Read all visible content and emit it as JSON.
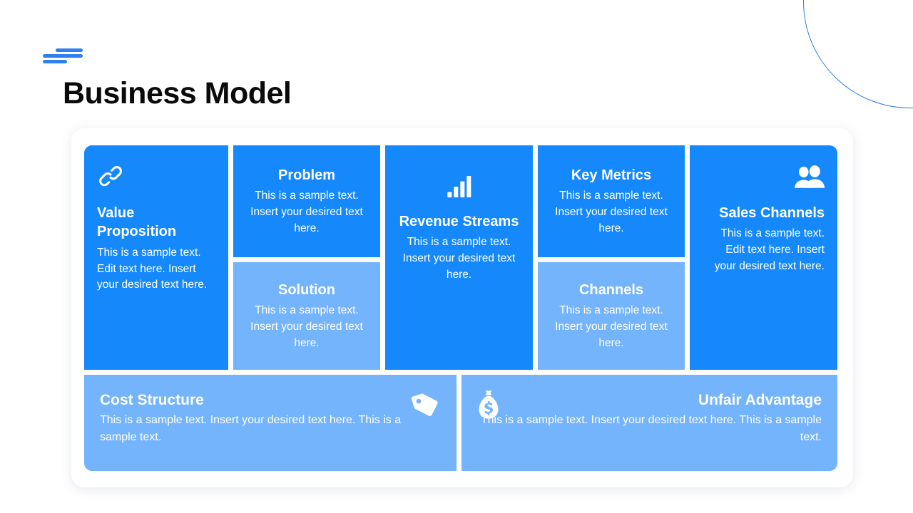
{
  "slide": {
    "title": "Business Model",
    "colors": {
      "primary_blue": "#1589fc",
      "light_blue": "#74b4fc",
      "accent_line": "#2f80ed",
      "circle_outline": "#2a7de1",
      "title_text": "#0a0a0a",
      "panel_bg": "#ffffff",
      "card_text": "#ffffff"
    }
  },
  "decor": {
    "bars_icon": "three-bars-accent",
    "circle_icon": "circle-outline-decoration"
  },
  "cards": {
    "value_proposition": {
      "title": "Value Proposition",
      "body": "This is a sample text. Edit text here. Insert your desired text here.",
      "icon": "link-icon",
      "align": "left",
      "shade": "primary"
    },
    "problem": {
      "title": "Problem",
      "body": "This is a sample text. Insert your desired text here.",
      "align": "center",
      "shade": "primary"
    },
    "solution": {
      "title": "Solution",
      "body": "This is a sample text. Insert your desired text here.",
      "align": "center",
      "shade": "light"
    },
    "revenue_streams": {
      "title": "Revenue Streams",
      "body": "This is a sample text. Insert your desired text here.",
      "icon": "bar-chart-icon",
      "align": "center",
      "shade": "primary"
    },
    "key_metrics": {
      "title": "Key Metrics",
      "body": "This is a sample text. Insert your desired text here.",
      "align": "center",
      "shade": "primary"
    },
    "channels": {
      "title": "Channels",
      "body": "This is a sample text. Insert your desired text here.",
      "align": "center",
      "shade": "light"
    },
    "sales_channels": {
      "title": "Sales Channels",
      "body": "This is a sample text. Edit text here. Insert your desired text here.",
      "icon": "users-icon",
      "align": "right",
      "shade": "primary"
    },
    "cost_structure": {
      "title": "Cost Structure",
      "body": "This is a sample text. Insert your desired text here. This is a sample text.",
      "icon": "price-tag-icon",
      "align": "left",
      "shade": "light"
    },
    "unfair_advantage": {
      "title": "Unfair Advantage",
      "body": "This is a sample text. Insert your desired text here. This is a sample text.",
      "icon": "money-bag-icon",
      "align": "right",
      "shade": "light"
    }
  }
}
